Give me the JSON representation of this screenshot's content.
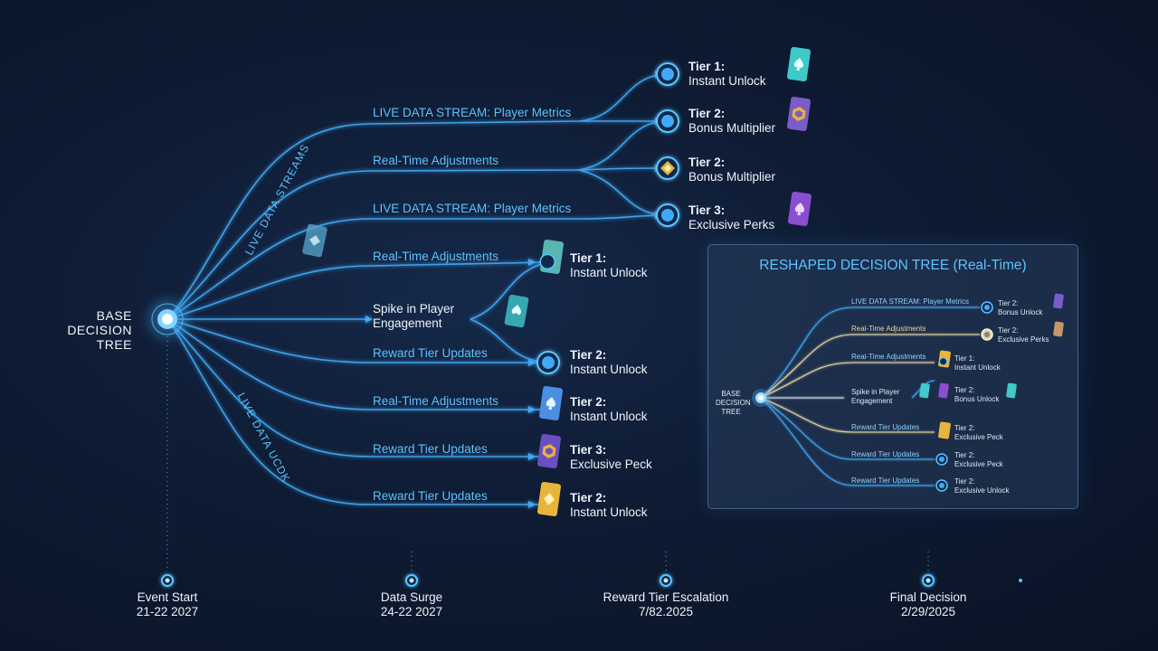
{
  "root": {
    "line1": "BASE",
    "line2": "DECISION",
    "line3": "TREE"
  },
  "diagonal_labels": {
    "upper": "LIVE DATA STREAMS",
    "lower": "LIVE DATA UCDK"
  },
  "branches": [
    {
      "label": "LIVE DATA STREAM: Player Metrics"
    },
    {
      "label": "Real-Time Adjustments"
    },
    {
      "label": "LIVE DATA STREAM: Player Metrics"
    },
    {
      "label": "Real-Time Adjustments"
    },
    {
      "label": "Spike in Player Engagement",
      "line1": "Spike in Player",
      "line2": "Engagement"
    },
    {
      "label": "Reward Tier Updates"
    },
    {
      "label": "Real-Time Adjustments"
    },
    {
      "label": "Reward Tier Updates"
    },
    {
      "label": "Reward Tier Updates"
    }
  ],
  "tiers": [
    {
      "tier": "Tier 1:",
      "reward": "Instant Unlock",
      "icon": "spade-card-icon",
      "color": "#3fc9c9"
    },
    {
      "tier": "Tier 2:",
      "reward": "Bonus Multiplier",
      "icon": "gold-chip-card-icon",
      "color": "#7a5cc8"
    },
    {
      "tier": "Tier 2:",
      "reward": "Bonus Multiplier",
      "icon": "gold-chip-icon",
      "color": "#e0b640"
    },
    {
      "tier": "Tier 3:",
      "reward": "Exclusive Perks",
      "icon": "spade-card-icon",
      "color": "#8a4fd0"
    },
    {
      "tier": "Tier 1:",
      "reward": "Instant Unlock",
      "icon": "diamond-card-icon",
      "color": "#58b6b0"
    },
    {
      "tier": "Tier 2:",
      "reward": "Instant Unlock",
      "icon": "node-icon",
      "color": "#3fa9f5"
    },
    {
      "tier": "Tier 2:",
      "reward": "Instant Unlock",
      "icon": "spade-card-icon",
      "color": "#4a8fe0"
    },
    {
      "tier": "Tier 3:",
      "reward": "Exclusive Peck",
      "icon": "gold-chip-card-icon",
      "color": "#6a4fc0"
    },
    {
      "tier": "Tier 2:",
      "reward": "Instant Unlock",
      "icon": "diamond-card-icon",
      "color": "#e8b43c"
    }
  ],
  "panel": {
    "title": "RESHAPED DECISION TREE (Real-Time)",
    "root": {
      "line1": "BASE",
      "line2": "DECISION",
      "line3": "TREE"
    },
    "branches": [
      {
        "label": "LIVE DATA STREAM: Player Metrics",
        "tier": "Tier 2:",
        "reward": "Bonus Unlock"
      },
      {
        "label": "Real-Time Adjustments",
        "tier": "Tier 2:",
        "reward": "Exclusive Perks"
      },
      {
        "label": "Real-Time Adjustments",
        "tier": "Tier 1:",
        "reward": "Instant Unlock"
      },
      {
        "label": "Spike in Player Engagement",
        "line1": "Spike in Player",
        "line2": "Engagement",
        "tier": "Tier 2:",
        "reward": "Bonus Unlock"
      },
      {
        "label": "Reward Tier Updates",
        "tier": "Tier 2:",
        "reward": "Exclusive Peck"
      },
      {
        "label": "Reward Tier Updates",
        "tier": "Tier 2:",
        "reward": "Exclusive Peck"
      },
      {
        "label": "Reward Tier Updates",
        "tier": "Tier 2:",
        "reward": "Exclusive Unlock"
      }
    ]
  },
  "timeline": [
    {
      "label": "Event Start",
      "date": "21-22 2027"
    },
    {
      "label": "Data Surge",
      "date": "24-22 2027"
    },
    {
      "label": "Reward Tier Escalation",
      "date": "7/82.2025"
    },
    {
      "label": "Final Decision",
      "date": "2/29/2025"
    }
  ],
  "colors": {
    "accent": "#5cc3ff",
    "line": "#3fa9f5",
    "background": "#0e1b33",
    "gold": "#e8b43c",
    "purple": "#7a5cc8",
    "teal": "#3fc9c9"
  }
}
